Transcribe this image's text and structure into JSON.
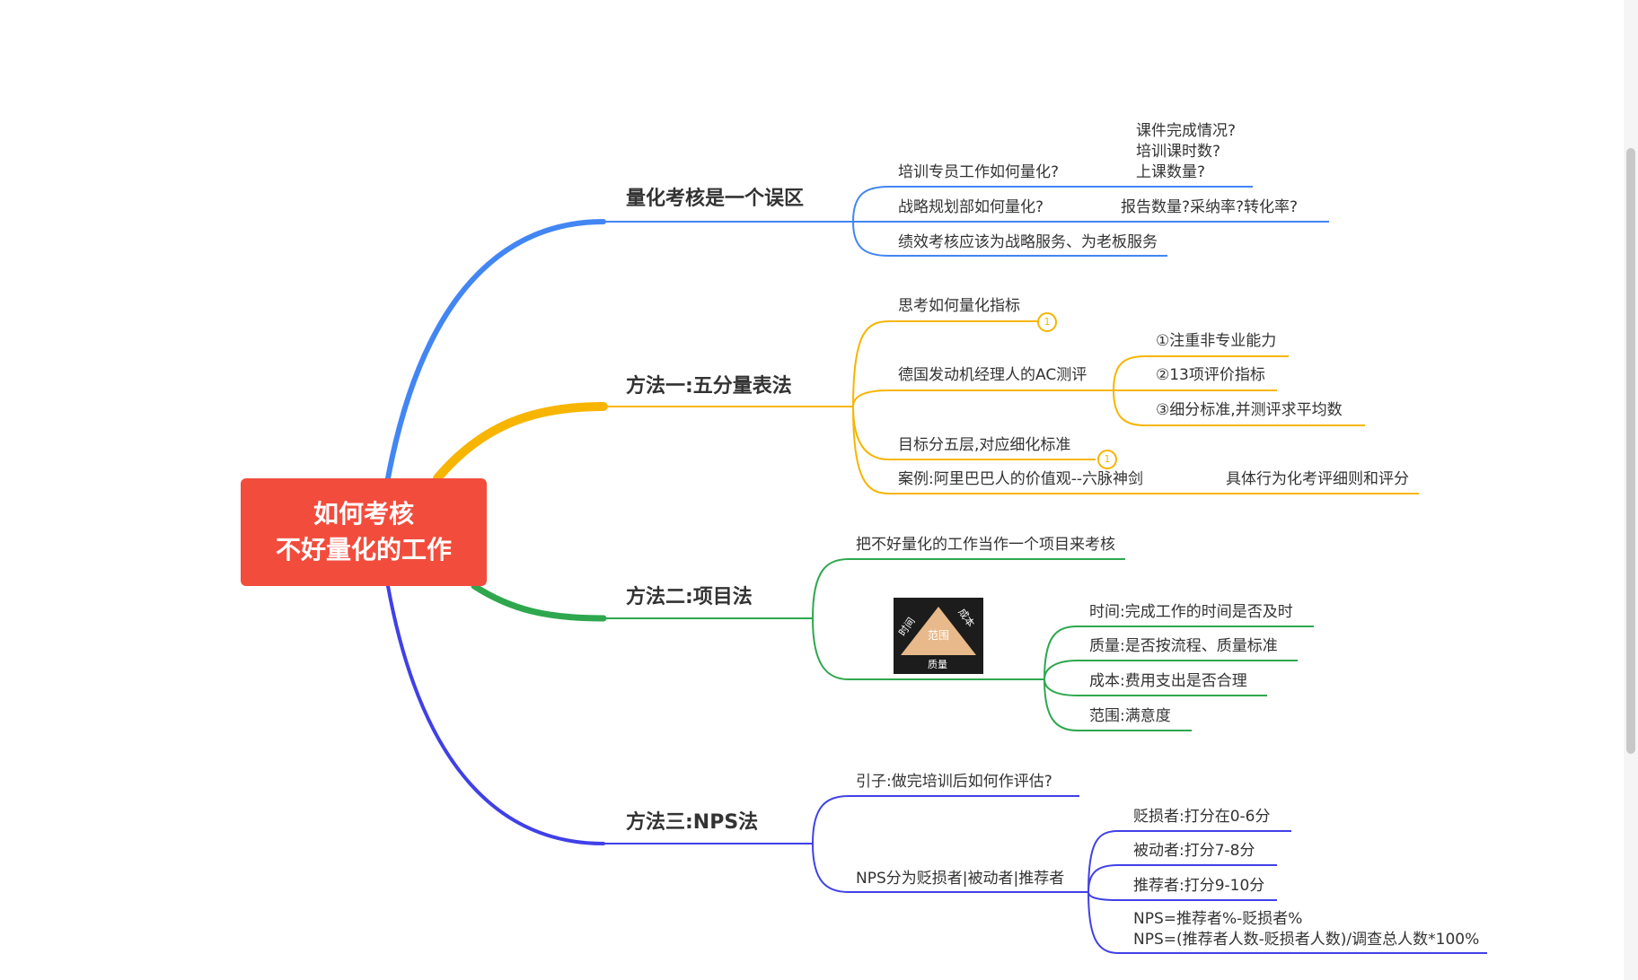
{
  "colors": {
    "root": "#f24c3d",
    "branch1": "#4286f4",
    "branch2": "#f7b500",
    "branch3": "#2ea74e",
    "branch4": "#4040e8"
  },
  "root": {
    "line1": "如何考核",
    "line2": "不好量化的工作"
  },
  "b1": {
    "title": "量化考核是一个误区",
    "c1": "培训专员工作如何量化?",
    "c1_detail": [
      "课件完成情况?",
      "培训课时数?",
      "上课数量?"
    ],
    "c2": "战略规划部如何量化?",
    "c2_detail": "报告数量?采纳率?转化率?",
    "c3": "绩效考核应该为战略服务、为老板服务"
  },
  "b2": {
    "title": "方法一:五分量表法",
    "c1": "思考如何量化指标",
    "c2": "德国发动机经理人的AC测评",
    "c2_items": [
      "①注重非专业能力",
      "②13项评价指标",
      "③细分标准,并测评求平均数"
    ],
    "c3": "目标分五层,对应细化标准",
    "c4": "案例:阿里巴巴人的价值观--六脉神剑",
    "c4_detail": "具体行为化考评细则和评分",
    "badge": "1"
  },
  "b3": {
    "title": "方法二:项目法",
    "c1": "把不好量化的工作当作一个项目来考核",
    "triangle": {
      "top_left": "时间",
      "top_right": "成本",
      "center": "范围",
      "bottom": "质量"
    },
    "items": [
      "时间:完成工作的时间是否及时",
      "质量:是否按流程、质量标准",
      "成本:费用支出是否合理",
      "范围:满意度"
    ]
  },
  "b4": {
    "title": "方法三:NPS法",
    "c1": "引子:做完培训后如何作评估?",
    "c2": "NPS分为贬损者|被动者|推荐者",
    "items": [
      "贬损者:打分在0-6分",
      "被动者:打分7-8分",
      "推荐者:打分9-10分"
    ],
    "formula1": "NPS=推荐者%-贬损者%",
    "formula2": "NPS=(推荐者人数-贬损者人数)/调查总人数*100%"
  }
}
